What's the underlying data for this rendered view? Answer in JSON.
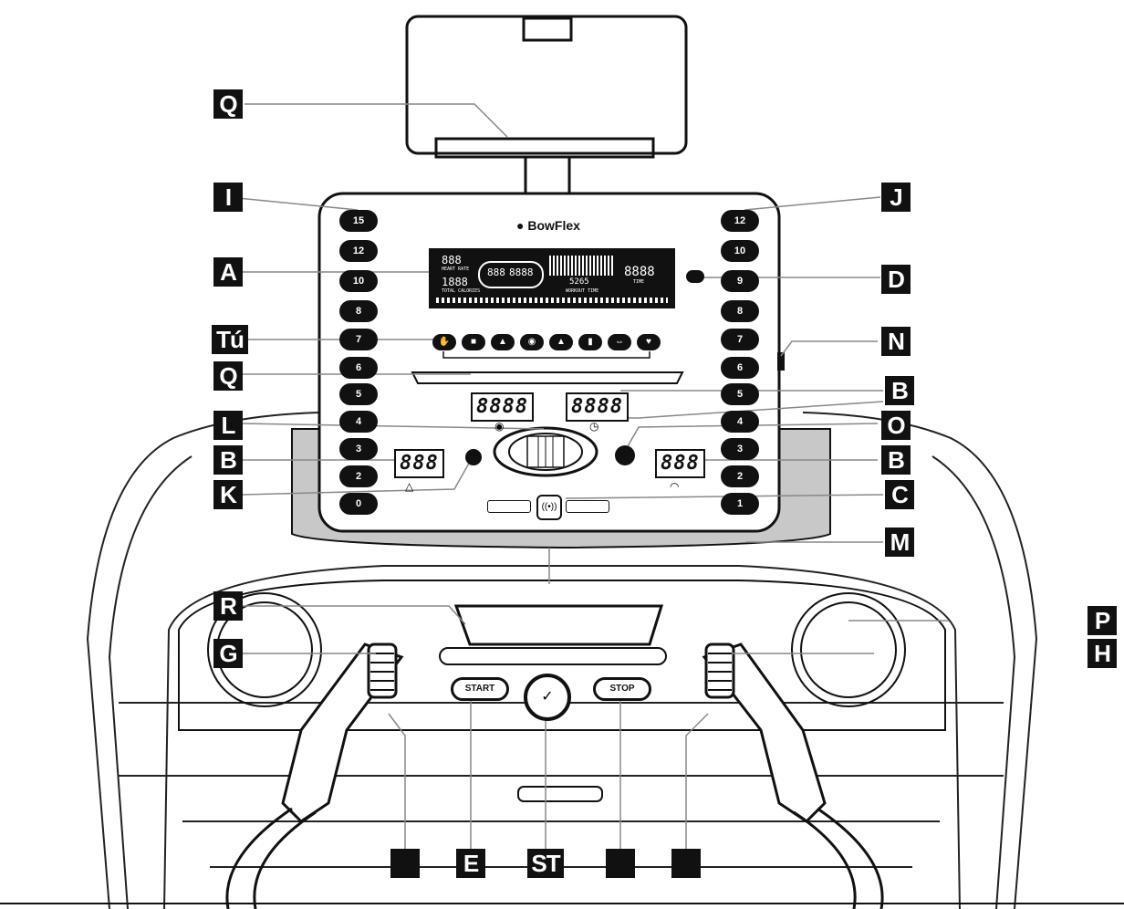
{
  "brand": {
    "logo_text": "BowFlex"
  },
  "callouts": {
    "Q_top": "Q",
    "I": "I",
    "J": "J",
    "A": "A",
    "D": "D",
    "Tu": "Tú",
    "N": "N",
    "Q_mid": "Q",
    "B_top": "B",
    "L": "L",
    "O": "O",
    "B_left": "B",
    "B_right": "B",
    "K": "K",
    "C": "C",
    "M": "M",
    "R": "R",
    "P": "P",
    "G": "G",
    "H": "H",
    "E": "E",
    "ST": "ST"
  },
  "incline_buttons": [
    "15",
    "12",
    "10",
    "8",
    "7",
    "6",
    "5",
    "4",
    "3",
    "2",
    "0"
  ],
  "speed_buttons": [
    "12",
    "10",
    "9",
    "8",
    "7",
    "6",
    "5",
    "4",
    "3",
    "2",
    "1"
  ],
  "displays": {
    "distance": "8888",
    "time": "8888",
    "incline": "888",
    "speed": "888"
  },
  "lcd": {
    "heart_rate": "888",
    "heart_label": "HEART RATE",
    "calories": "1888",
    "calories_label": "TOTAL CALORIES",
    "ring_left": "888",
    "ring_right": "8888",
    "segment_value": "5265",
    "segment_label": "WORKOUT TIME",
    "right_value": "8888",
    "right_label": "TIME"
  },
  "console_buttons": {
    "start": "START",
    "stop": "STOP"
  },
  "colors": {
    "ink": "#111111",
    "panel_fill": "#ffffff",
    "shade": "#c8c8c8"
  }
}
